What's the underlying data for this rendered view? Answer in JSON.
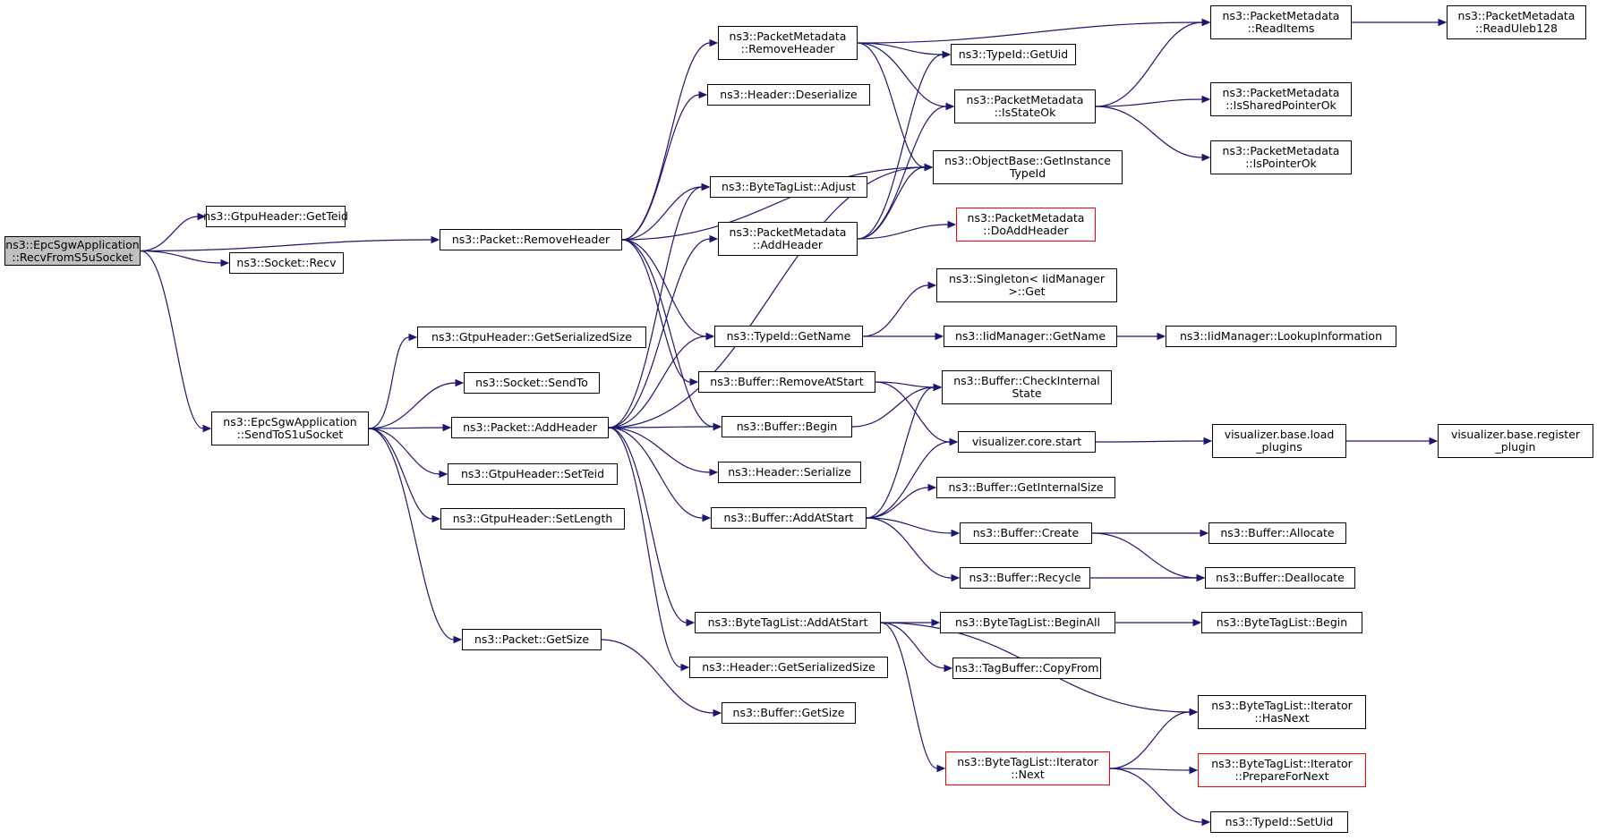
{
  "graph": {
    "root": "RecvFromS5uSocket",
    "colors": {
      "edge": "#191970",
      "node_border": "#000000",
      "root_fill": "#bfbfbf",
      "truncated_border": "#ff0000"
    },
    "nodes": [
      {
        "id": "RecvFromS5uSocket",
        "lines": [
          "ns3::EpcSgwApplication",
          "::RecvFromS5uSocket"
        ],
        "style": "root"
      },
      {
        "id": "GtpuGetTeid",
        "lines": [
          "ns3::GtpuHeader::GetTeid"
        ]
      },
      {
        "id": "SocketRecv",
        "lines": [
          "ns3::Socket::Recv"
        ]
      },
      {
        "id": "PacketRemoveHeader",
        "lines": [
          "ns3::Packet::RemoveHeader"
        ]
      },
      {
        "id": "SendToS1uSocket",
        "lines": [
          "ns3::EpcSgwApplication",
          "::SendToS1uSocket"
        ]
      },
      {
        "id": "GtpuGetSerializedSize",
        "lines": [
          "ns3::GtpuHeader::GetSerializedSize"
        ]
      },
      {
        "id": "SocketSendTo",
        "lines": [
          "ns3::Socket::SendTo"
        ]
      },
      {
        "id": "PacketAddHeader",
        "lines": [
          "ns3::Packet::AddHeader"
        ]
      },
      {
        "id": "GtpuSetTeid",
        "lines": [
          "ns3::GtpuHeader::SetTeid"
        ]
      },
      {
        "id": "GtpuSetLength",
        "lines": [
          "ns3::GtpuHeader::SetLength"
        ]
      },
      {
        "id": "PacketGetSize",
        "lines": [
          "ns3::Packet::GetSize"
        ]
      },
      {
        "id": "PMRemoveHeader",
        "lines": [
          "ns3::PacketMetadata",
          "::RemoveHeader"
        ]
      },
      {
        "id": "HeaderDeserialize",
        "lines": [
          "ns3::Header::Deserialize"
        ]
      },
      {
        "id": "BTLAdjust",
        "lines": [
          "ns3::ByteTagList::Adjust"
        ]
      },
      {
        "id": "PMAddHeader",
        "lines": [
          "ns3::PacketMetadata",
          "::AddHeader"
        ]
      },
      {
        "id": "TypeIdGetName",
        "lines": [
          "ns3::TypeId::GetName"
        ]
      },
      {
        "id": "BufferRemoveAtStart",
        "lines": [
          "ns3::Buffer::RemoveAtStart"
        ]
      },
      {
        "id": "BufferBegin",
        "lines": [
          "ns3::Buffer::Begin"
        ]
      },
      {
        "id": "HeaderSerialize",
        "lines": [
          "ns3::Header::Serialize"
        ]
      },
      {
        "id": "BufferAddAtStart",
        "lines": [
          "ns3::Buffer::AddAtStart"
        ]
      },
      {
        "id": "BTLAddAtStart",
        "lines": [
          "ns3::ByteTagList::AddAtStart"
        ]
      },
      {
        "id": "HeaderGetSerializedSize",
        "lines": [
          "ns3::Header::GetSerializedSize"
        ]
      },
      {
        "id": "BufferGetSize",
        "lines": [
          "ns3::Buffer::GetSize"
        ]
      },
      {
        "id": "TypeIdGetUid",
        "lines": [
          "ns3::TypeId::GetUid"
        ]
      },
      {
        "id": "PMIsStateOk",
        "lines": [
          "ns3::PacketMetadata",
          "::IsStateOk"
        ]
      },
      {
        "id": "ObjectBaseGetInstanceTypeId",
        "lines": [
          "ns3::ObjectBase::GetInstance",
          "TypeId"
        ]
      },
      {
        "id": "PMDoAddHeader",
        "lines": [
          "ns3::PacketMetadata",
          "::DoAddHeader"
        ],
        "style": "truncated"
      },
      {
        "id": "SingletonGet",
        "lines": [
          "ns3::Singleton< IidManager",
          ">::Get"
        ]
      },
      {
        "id": "IidManagerGetName",
        "lines": [
          "ns3::IidManager::GetName"
        ]
      },
      {
        "id": "BufferCheckInternalState",
        "lines": [
          "ns3::Buffer::CheckInternal",
          "State"
        ]
      },
      {
        "id": "VisualizerCoreStart",
        "lines": [
          "visualizer.core.start"
        ]
      },
      {
        "id": "BufferGetInternalSize",
        "lines": [
          "ns3::Buffer::GetInternalSize"
        ]
      },
      {
        "id": "BufferCreate",
        "lines": [
          "ns3::Buffer::Create"
        ]
      },
      {
        "id": "BufferRecycle",
        "lines": [
          "ns3::Buffer::Recycle"
        ]
      },
      {
        "id": "BTLBeginAll",
        "lines": [
          "ns3::ByteTagList::BeginAll"
        ]
      },
      {
        "id": "TagBufferCopyFrom",
        "lines": [
          "ns3::TagBuffer::CopyFrom"
        ]
      },
      {
        "id": "BTLIteratorNext",
        "lines": [
          "ns3::ByteTagList::Iterator",
          "::Next"
        ],
        "style": "truncated"
      },
      {
        "id": "PMReadItems",
        "lines": [
          "ns3::PacketMetadata",
          "::ReadItems"
        ]
      },
      {
        "id": "PMIsSharedPointerOk",
        "lines": [
          "ns3::PacketMetadata",
          "::IsSharedPointerOk"
        ]
      },
      {
        "id": "PMIsPointerOk",
        "lines": [
          "ns3::PacketMetadata",
          "::IsPointerOk"
        ]
      },
      {
        "id": "IidManagerLookupInformation",
        "lines": [
          "ns3::IidManager::LookupInformation"
        ]
      },
      {
        "id": "VisualizerLoadPlugins",
        "lines": [
          "visualizer.base.load",
          "_plugins"
        ]
      },
      {
        "id": "BufferAllocate",
        "lines": [
          "ns3::Buffer::Allocate"
        ]
      },
      {
        "id": "BufferDeallocate",
        "lines": [
          "ns3::Buffer::Deallocate"
        ]
      },
      {
        "id": "BTLBegin",
        "lines": [
          "ns3::ByteTagList::Begin"
        ]
      },
      {
        "id": "BTLIteratorHasNext",
        "lines": [
          "ns3::ByteTagList::Iterator",
          "::HasNext"
        ]
      },
      {
        "id": "BTLIteratorPrepareForNext",
        "lines": [
          "ns3::ByteTagList::Iterator",
          "::PrepareForNext"
        ],
        "style": "truncated"
      },
      {
        "id": "TypeIdSetUid",
        "lines": [
          "ns3::TypeId::SetUid"
        ]
      },
      {
        "id": "PMReadUleb128",
        "lines": [
          "ns3::PacketMetadata",
          "::ReadUleb128"
        ]
      },
      {
        "id": "VisualizerRegisterPlugin",
        "lines": [
          "visualizer.base.register",
          "_plugin"
        ]
      }
    ],
    "edges": [
      [
        "RecvFromS5uSocket",
        "GtpuGetTeid"
      ],
      [
        "RecvFromS5uSocket",
        "SocketRecv"
      ],
      [
        "RecvFromS5uSocket",
        "PacketRemoveHeader"
      ],
      [
        "RecvFromS5uSocket",
        "SendToS1uSocket"
      ],
      [
        "PacketRemoveHeader",
        "PMRemoveHeader"
      ],
      [
        "PacketRemoveHeader",
        "HeaderDeserialize"
      ],
      [
        "PacketRemoveHeader",
        "ObjectBaseGetInstanceTypeId"
      ],
      [
        "PacketRemoveHeader",
        "BTLAdjust"
      ],
      [
        "PacketRemoveHeader",
        "TypeIdGetName"
      ],
      [
        "PacketRemoveHeader",
        "BufferRemoveAtStart"
      ],
      [
        "PacketRemoveHeader",
        "BufferBegin"
      ],
      [
        "SendToS1uSocket",
        "GtpuGetSerializedSize"
      ],
      [
        "SendToS1uSocket",
        "SocketSendTo"
      ],
      [
        "SendToS1uSocket",
        "PacketAddHeader"
      ],
      [
        "SendToS1uSocket",
        "GtpuSetTeid"
      ],
      [
        "SendToS1uSocket",
        "GtpuSetLength"
      ],
      [
        "SendToS1uSocket",
        "PacketGetSize"
      ],
      [
        "PacketAddHeader",
        "BTLAdjust"
      ],
      [
        "PacketAddHeader",
        "PMAddHeader"
      ],
      [
        "PacketAddHeader",
        "ObjectBaseGetInstanceTypeId"
      ],
      [
        "PacketAddHeader",
        "TypeIdGetName"
      ],
      [
        "PacketAddHeader",
        "BufferBegin"
      ],
      [
        "PacketAddHeader",
        "HeaderSerialize"
      ],
      [
        "PacketAddHeader",
        "BufferAddAtStart"
      ],
      [
        "PacketAddHeader",
        "BTLAddAtStart"
      ],
      [
        "PacketAddHeader",
        "HeaderGetSerializedSize"
      ],
      [
        "PacketGetSize",
        "BufferGetSize"
      ],
      [
        "PMRemoveHeader",
        "PMReadItems"
      ],
      [
        "PMRemoveHeader",
        "TypeIdGetUid"
      ],
      [
        "PMRemoveHeader",
        "PMIsStateOk"
      ],
      [
        "PMRemoveHeader",
        "ObjectBaseGetInstanceTypeId"
      ],
      [
        "PMAddHeader",
        "TypeIdGetUid"
      ],
      [
        "PMAddHeader",
        "PMIsStateOk"
      ],
      [
        "PMAddHeader",
        "ObjectBaseGetInstanceTypeId"
      ],
      [
        "PMAddHeader",
        "PMDoAddHeader"
      ],
      [
        "TypeIdGetName",
        "SingletonGet"
      ],
      [
        "TypeIdGetName",
        "IidManagerGetName"
      ],
      [
        "IidManagerGetName",
        "IidManagerLookupInformation"
      ],
      [
        "BufferRemoveAtStart",
        "BufferCheckInternalState"
      ],
      [
        "BufferRemoveAtStart",
        "VisualizerCoreStart"
      ],
      [
        "BufferBegin",
        "BufferCheckInternalState"
      ],
      [
        "BufferAddAtStart",
        "BufferCheckInternalState"
      ],
      [
        "BufferAddAtStart",
        "VisualizerCoreStart"
      ],
      [
        "BufferAddAtStart",
        "BufferGetInternalSize"
      ],
      [
        "BufferAddAtStart",
        "BufferCreate"
      ],
      [
        "BufferAddAtStart",
        "BufferRecycle"
      ],
      [
        "BufferCreate",
        "BufferAllocate"
      ],
      [
        "BufferCreate",
        "BufferDeallocate"
      ],
      [
        "BufferRecycle",
        "BufferDeallocate"
      ],
      [
        "VisualizerCoreStart",
        "VisualizerLoadPlugins"
      ],
      [
        "VisualizerLoadPlugins",
        "VisualizerRegisterPlugin"
      ],
      [
        "PMIsStateOk",
        "PMReadItems"
      ],
      [
        "PMIsStateOk",
        "PMIsSharedPointerOk"
      ],
      [
        "PMIsStateOk",
        "PMIsPointerOk"
      ],
      [
        "PMReadItems",
        "PMReadUleb128"
      ],
      [
        "BTLAddAtStart",
        "BTLBeginAll"
      ],
      [
        "BTLAddAtStart",
        "TagBufferCopyFrom"
      ],
      [
        "BTLAddAtStart",
        "BTLIteratorHasNext"
      ],
      [
        "BTLAddAtStart",
        "BTLIteratorNext"
      ],
      [
        "BTLBeginAll",
        "BTLBegin"
      ],
      [
        "BTLIteratorNext",
        "BTLIteratorHasNext"
      ],
      [
        "BTLIteratorNext",
        "BTLIteratorPrepareForNext"
      ],
      [
        "BTLIteratorNext",
        "TypeIdSetUid"
      ]
    ]
  }
}
